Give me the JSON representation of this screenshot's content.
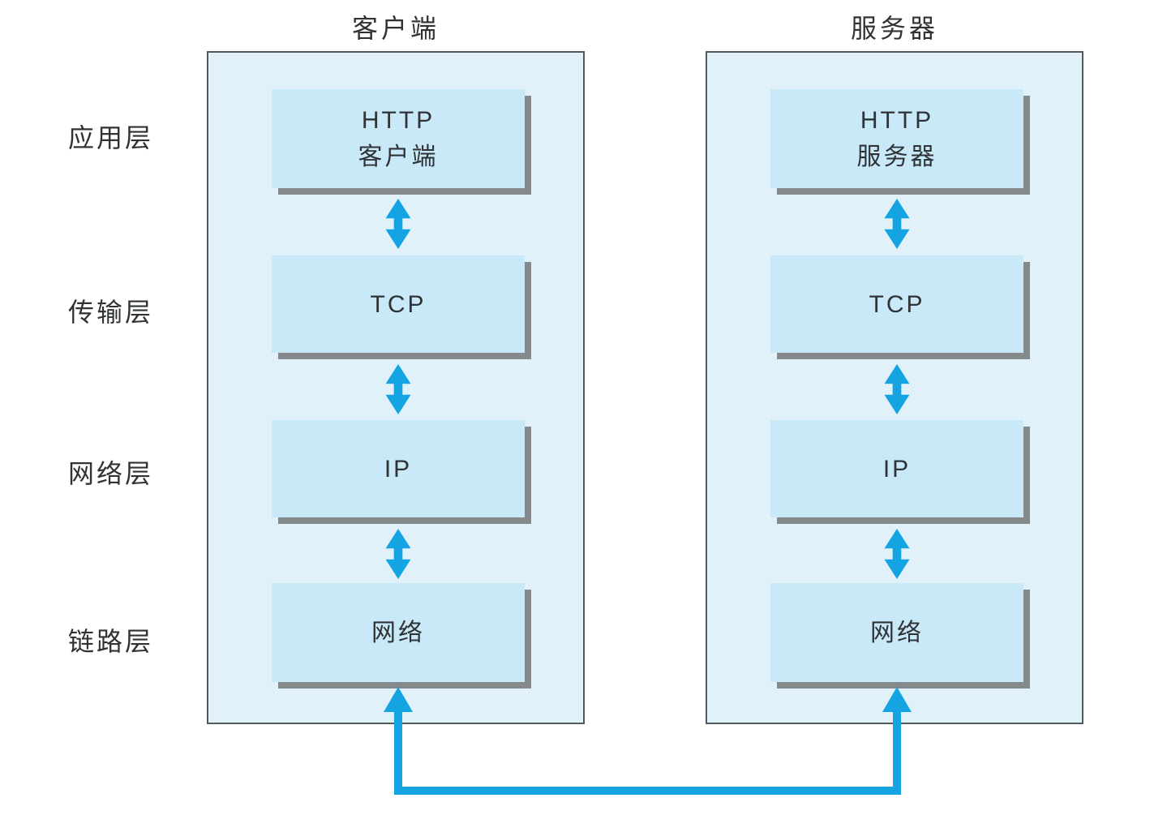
{
  "columns": [
    {
      "title": "客户端",
      "boxes": [
        {
          "line1": "HTTP",
          "line2": "客户端"
        },
        {
          "line1": "TCP"
        },
        {
          "line1": "IP"
        },
        {
          "line1": "网络"
        }
      ]
    },
    {
      "title": "服务器",
      "boxes": [
        {
          "line1": "HTTP",
          "line2": "服务器"
        },
        {
          "line1": "TCP"
        },
        {
          "line1": "IP"
        },
        {
          "line1": "网络"
        }
      ]
    }
  ],
  "layer_labels": [
    "应用层",
    "传输层",
    "网络层",
    "链路层"
  ],
  "icons": {
    "vertical_double_arrow": "bidirectional-arrow",
    "bottom_link": "u-shaped-connector-with-up-arrowheads"
  },
  "colors": {
    "accent": "#14a4e2",
    "panelFill": "#e1f1fa",
    "panelBorder": "#53585b",
    "boxFill": "#c9e9f9",
    "shadow": "#85898c",
    "text": "#2f3336",
    "pageBg": "#ffffff"
  }
}
